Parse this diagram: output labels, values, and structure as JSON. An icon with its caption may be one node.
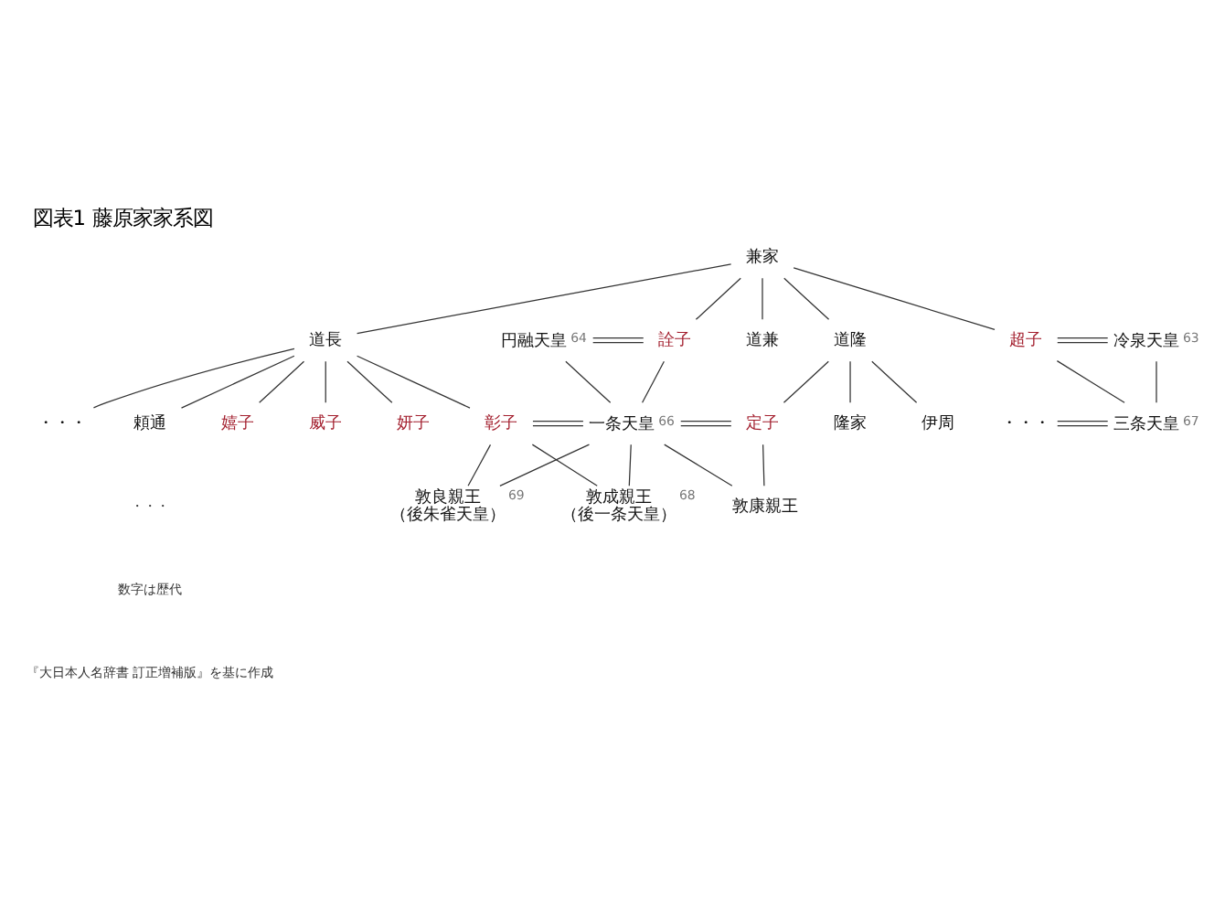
{
  "diagram": {
    "title": "図表1 藤原家家系図",
    "nodes": [
      {
        "text": [
          "兼家"
        ]
      },
      {
        "text": [
          "道長"
        ]
      },
      {
        "text": [
          "円融天皇"
        ],
        "beside": [
          "64"
        ]
      },
      {
        "text": [
          "詮子"
        ]
      },
      {
        "text": [
          "道兼"
        ]
      },
      {
        "text": [
          "道隆"
        ]
      },
      {
        "text": [
          "超子"
        ]
      },
      {
        "text": [
          "冷泉天皇"
        ],
        "beside": [
          "63"
        ]
      },
      {
        "text": [
          "・・・"
        ]
      },
      {
        "text": [
          "頼通"
        ]
      },
      {
        "text": [
          "嬉子"
        ]
      },
      {
        "text": [
          "威子"
        ]
      },
      {
        "text": [
          "妍子"
        ]
      },
      {
        "text": [
          "彰子"
        ]
      },
      {
        "text": [
          "一条天皇"
        ],
        "beside": [
          "66"
        ]
      },
      {
        "text": [
          "定子"
        ]
      },
      {
        "text": [
          "隆家"
        ]
      },
      {
        "text": [
          "伊周"
        ]
      },
      {
        "text": [
          "敦良親王",
          "（後朱雀天皇）"
        ],
        "beside": [
          "69"
        ]
      },
      {
        "text": [
          "敦成親王",
          "（後一条天皇）"
        ],
        "beside": [
          "68"
        ]
      },
      {
        "text": [
          "敦康親王"
        ]
      },
      {
        "text": [
          "三条天皇"
        ],
        "beside": [
          "67"
        ]
      },
      {
        "text": [
          "・・・"
        ]
      }
    ],
    "edges": [
      {
        "from": 0,
        "to": 1,
        "arrow": "none"
      },
      {
        "from": 0,
        "to": 3,
        "arrow": "none"
      },
      {
        "from": 0,
        "to": 4,
        "arrow": "none"
      },
      {
        "from": 0,
        "to": 5,
        "arrow": "none"
      },
      {
        "from": 0,
        "to": 6,
        "arrow": "none"
      },
      {
        "from": 2,
        "to": 3,
        "arrow": "none"
      },
      {
        "from": 6,
        "to": 7,
        "arrow": "none"
      },
      {
        "from": 1,
        "to": 8,
        "arrow": "none"
      },
      {
        "from": 1,
        "to": 9,
        "arrow": "none"
      },
      {
        "from": 1,
        "to": 10,
        "arrow": "none"
      },
      {
        "from": 1,
        "to": 11,
        "arrow": "none"
      },
      {
        "from": 1,
        "to": 12,
        "arrow": "none"
      },
      {
        "from": 1,
        "to": 13,
        "arrow": "none"
      },
      {
        "from": 2,
        "to": 14,
        "arrow": "none"
      },
      {
        "from": 3,
        "to": 14,
        "arrow": "none"
      },
      {
        "from": 13,
        "to": 14,
        "arrow": "none"
      },
      {
        "from": 14,
        "to": 15,
        "arrow": "none"
      },
      {
        "from": 5,
        "to": 15,
        "arrow": "none"
      },
      {
        "from": 5,
        "to": 16,
        "arrow": "none"
      },
      {
        "from": 5,
        "to": 17,
        "arrow": "none"
      },
      {
        "from": 13,
        "to": 18,
        "arrow": "none"
      },
      {
        "from": 14,
        "to": 18,
        "arrow": "none"
      },
      {
        "from": 13,
        "to": 19,
        "arrow": "none"
      },
      {
        "from": 14,
        "to": 19,
        "arrow": "none"
      },
      {
        "from": 14,
        "to": 20,
        "arrow": "none"
      },
      {
        "from": 15,
        "to": 20,
        "arrow": "none"
      },
      {
        "from": 6,
        "to": 21,
        "arrow": "none"
      },
      {
        "from": 7,
        "to": 21,
        "arrow": "none"
      },
      {
        "from": 22,
        "to": 21,
        "arrow": "none"
      }
    ],
    "labels": [
      "・・・",
      "数字は歴代",
      "『大日本人名辞書 訂正増補版』を基に作成"
    ]
  }
}
